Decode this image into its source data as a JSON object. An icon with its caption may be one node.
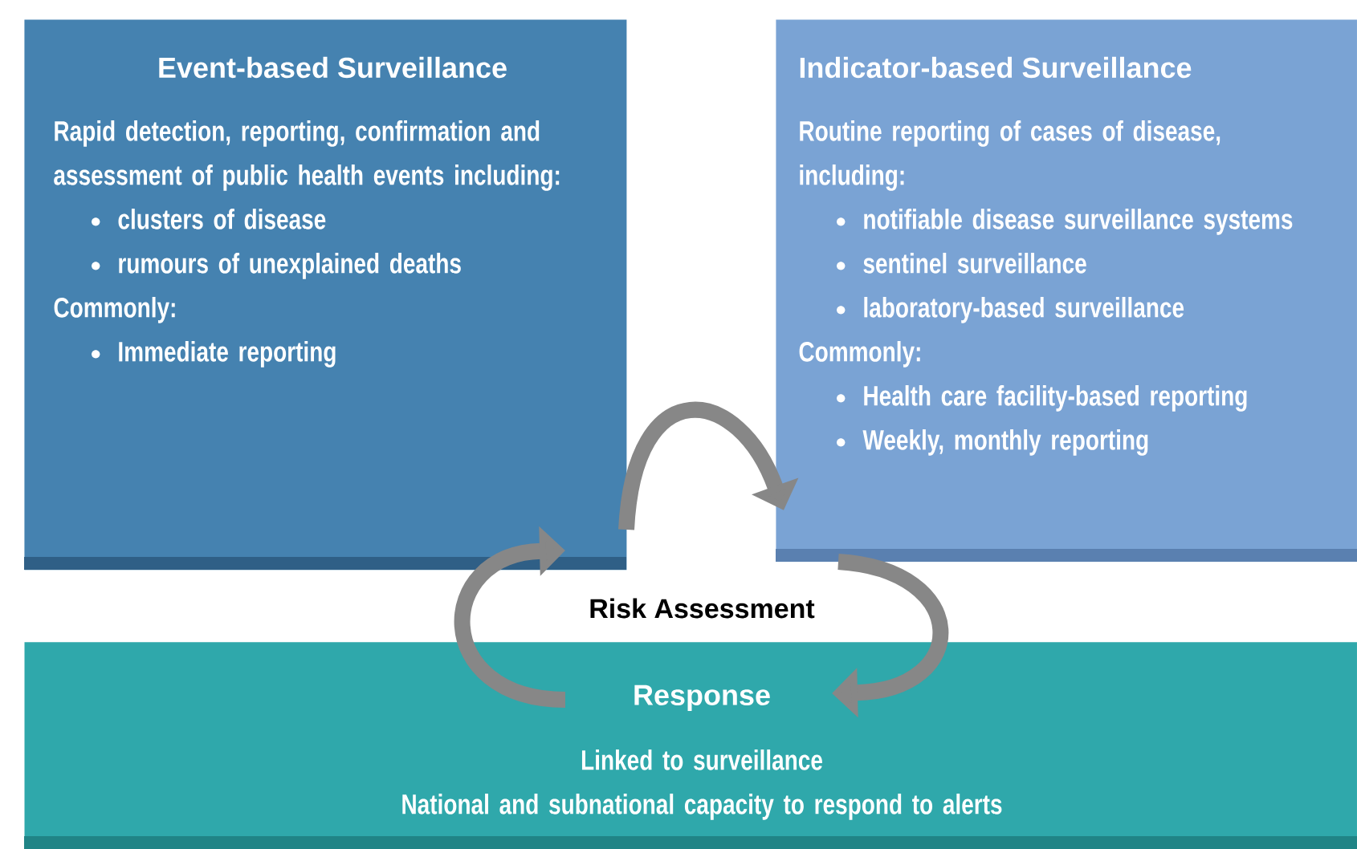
{
  "diagram": {
    "nodes": [
      {
        "text": [
          "Event-based Surveillance",
          "Rapid detection, reporting, confirmation and assessment of public health events including:",
          "clusters of disease",
          "rumours of unexplained deaths",
          "Commonly:",
          "Immediate reporting"
        ]
      },
      {
        "text": [
          "Indicator-based Surveillance",
          "Routine reporting of cases of disease, including:",
          "notifiable disease surveillance systems",
          "sentinel surveillance",
          "laboratory-based surveillance",
          "Commonly:",
          "Health care facility-based reporting",
          "Weekly, monthly reporting"
        ]
      },
      {
        "text": [
          "Response",
          "Linked to surveillance",
          "National and subnational capacity to respond to alerts"
        ]
      }
    ],
    "edges": [
      {
        "from": 0,
        "to": 1,
        "arrow": "to"
      },
      {
        "from": 1,
        "to": 2,
        "arrow": "to"
      },
      {
        "from": 2,
        "to": 0,
        "arrow": "to"
      }
    ],
    "labels": [
      "Risk Assessment"
    ]
  }
}
